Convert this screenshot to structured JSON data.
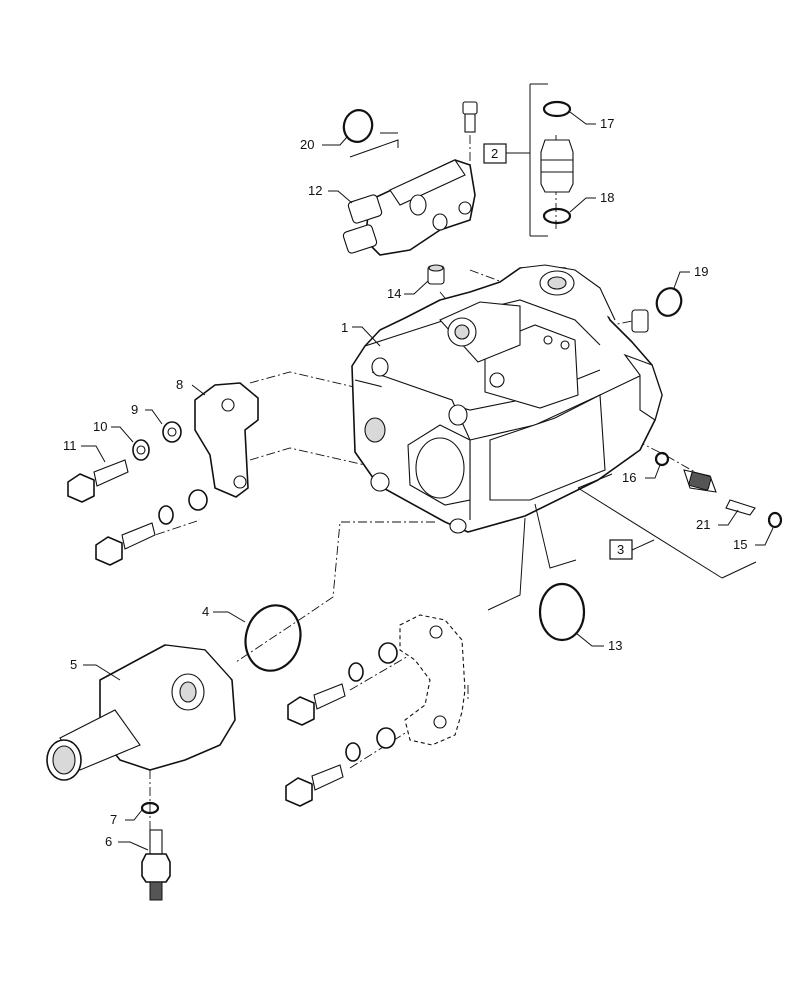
{
  "callouts": [
    {
      "id": "p1",
      "label": "1"
    },
    {
      "id": "p2",
      "label": "2"
    },
    {
      "id": "p3",
      "label": "3"
    },
    {
      "id": "p4",
      "label": "4"
    },
    {
      "id": "p5",
      "label": "5"
    },
    {
      "id": "p6",
      "label": "6"
    },
    {
      "id": "p7",
      "label": "7"
    },
    {
      "id": "p8",
      "label": "8"
    },
    {
      "id": "p9",
      "label": "9"
    },
    {
      "id": "p10",
      "label": "10"
    },
    {
      "id": "p11",
      "label": "11"
    },
    {
      "id": "p12",
      "label": "12"
    },
    {
      "id": "p13",
      "label": "13"
    },
    {
      "id": "p14",
      "label": "14"
    },
    {
      "id": "p15",
      "label": "15"
    },
    {
      "id": "p16",
      "label": "16"
    },
    {
      "id": "p17",
      "label": "17"
    },
    {
      "id": "p18",
      "label": "18"
    },
    {
      "id": "p19",
      "label": "19"
    },
    {
      "id": "p20",
      "label": "20"
    },
    {
      "id": "p21",
      "label": "21"
    }
  ],
  "colors": {
    "ink": "#111111",
    "paper": "#ffffff",
    "shade": "#d9d9d9"
  }
}
